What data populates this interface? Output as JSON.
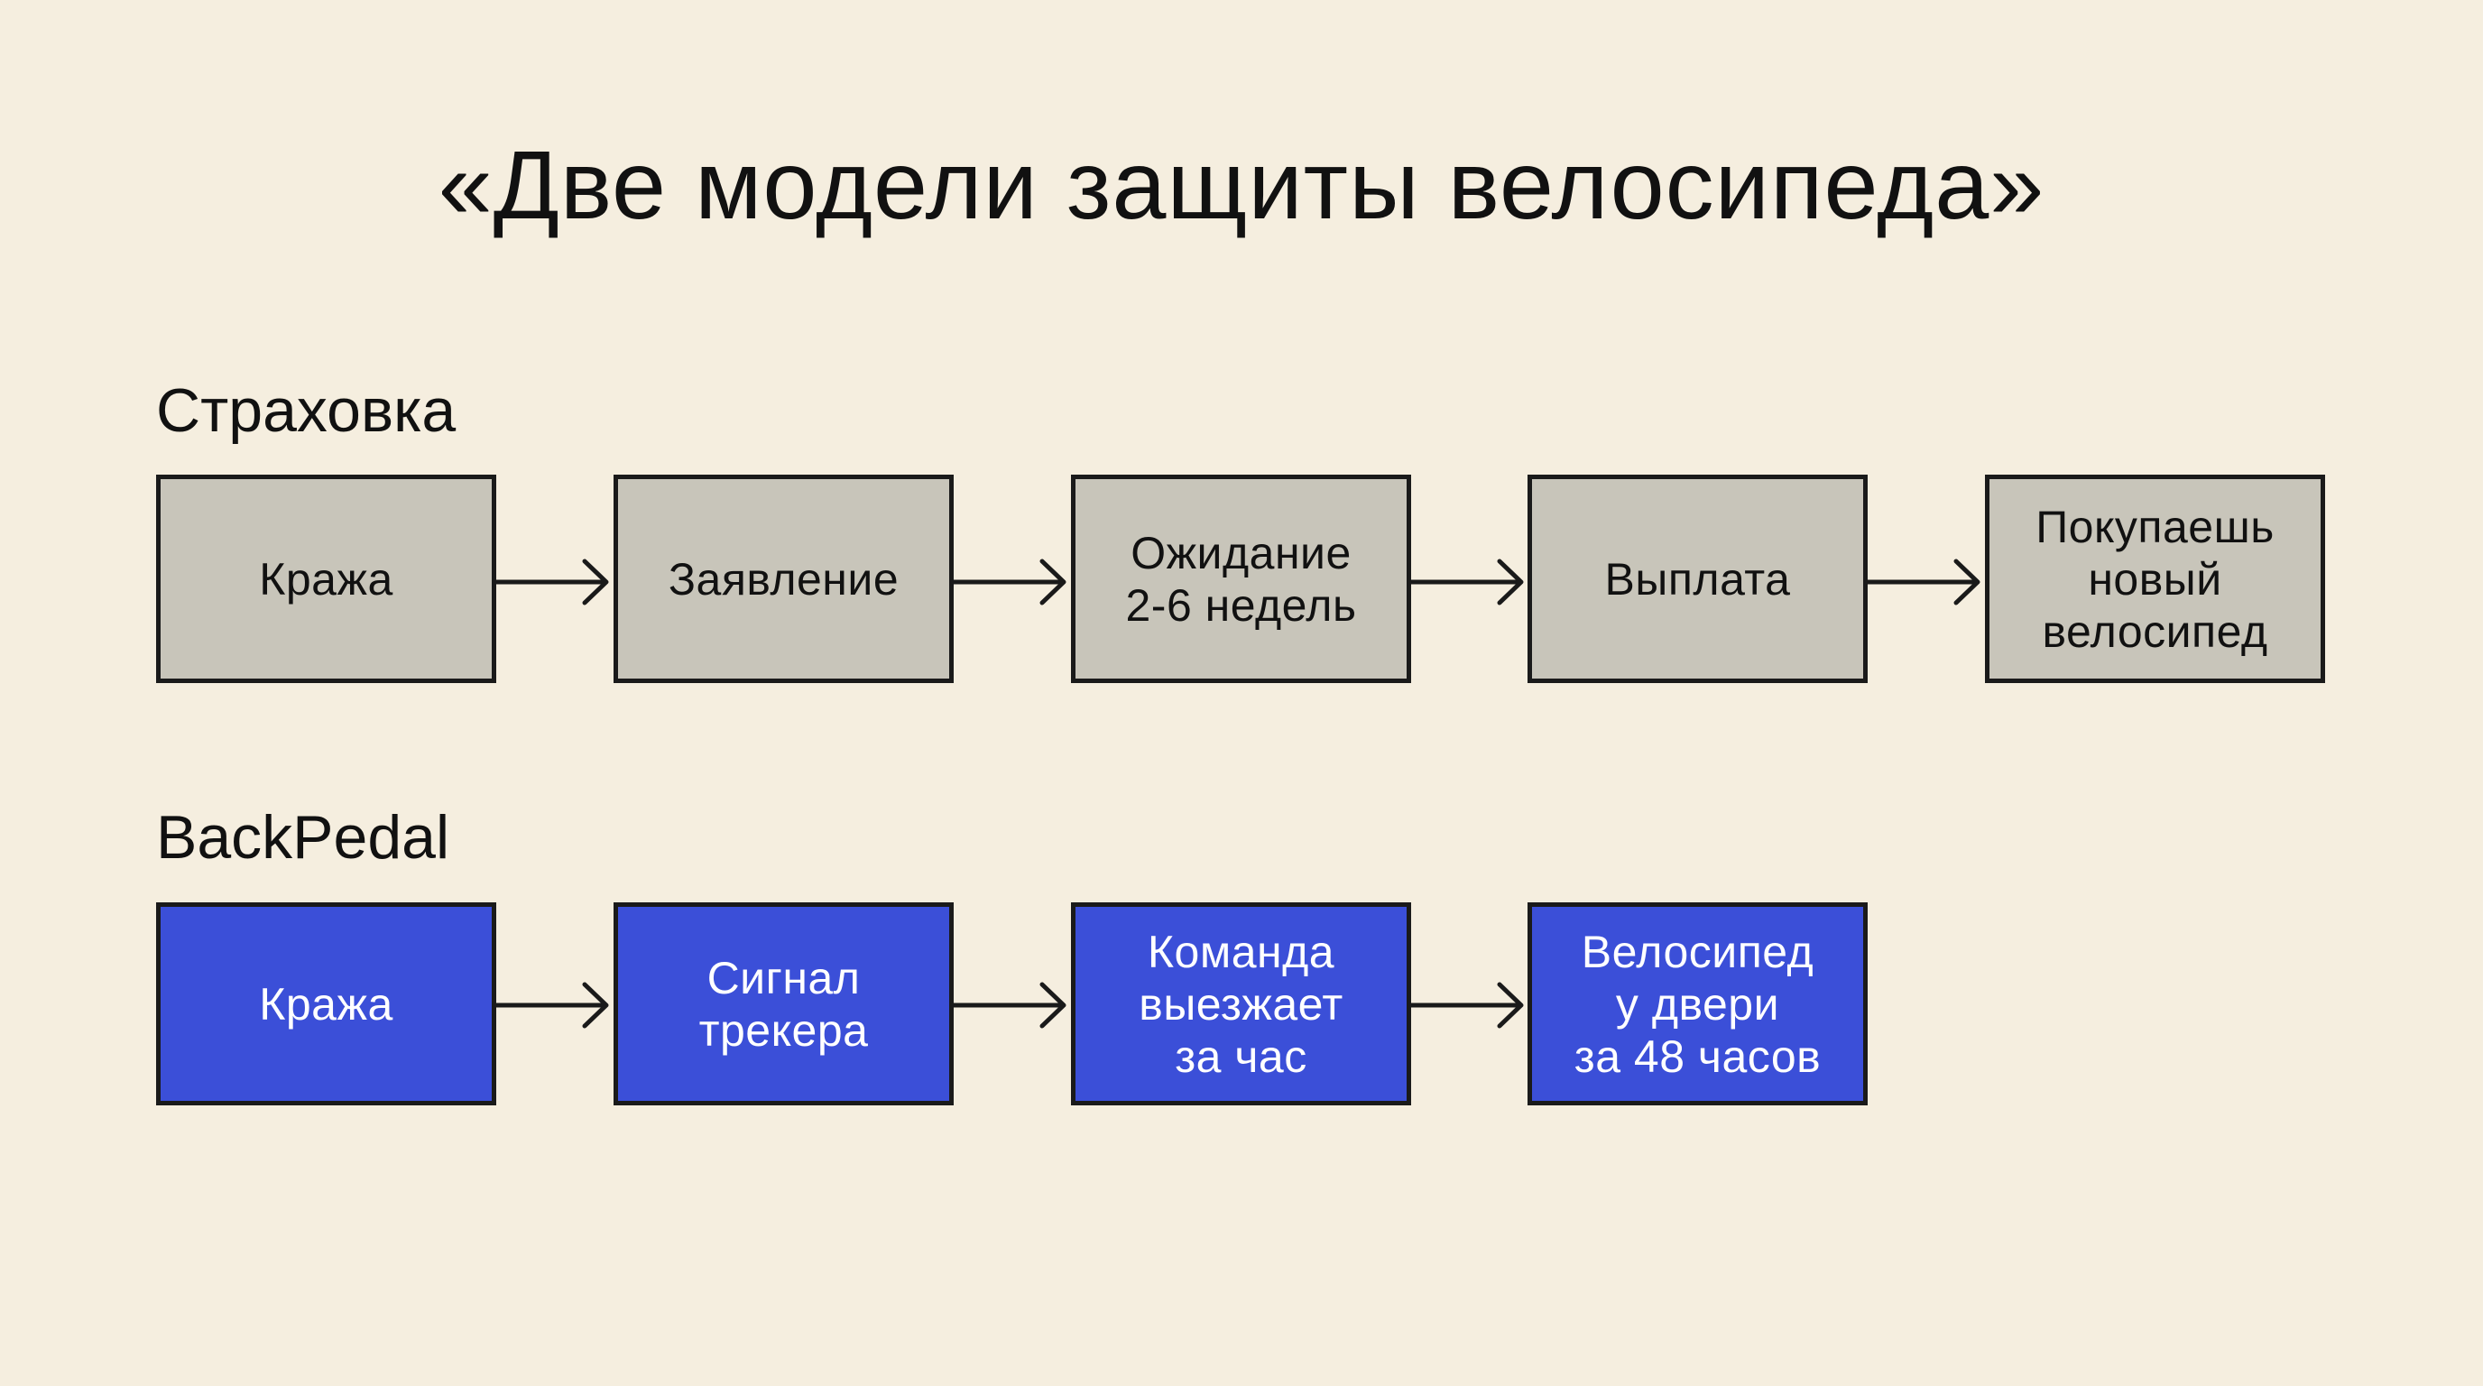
{
  "title": "«Две модели защиты велосипеда»",
  "insurance": {
    "label": "Страховка",
    "steps": [
      "Кража",
      "Заявление",
      "Ожидание\n2-6 недель",
      "Выплата",
      "Покупаешь\nновый\nвелосипед"
    ]
  },
  "backpedal": {
    "label": "BackPedal",
    "steps": [
      "Кража",
      "Сигнал\nтрекера",
      "Команда\nвыезжает\nза час",
      "Велосипед\nу двери\nза 48 часов"
    ]
  },
  "colors": {
    "background": "#f5eedf",
    "insurance_box": "#c8c5ba",
    "backpedal_box": "#3b4fd8",
    "border": "#1a1a1a"
  }
}
